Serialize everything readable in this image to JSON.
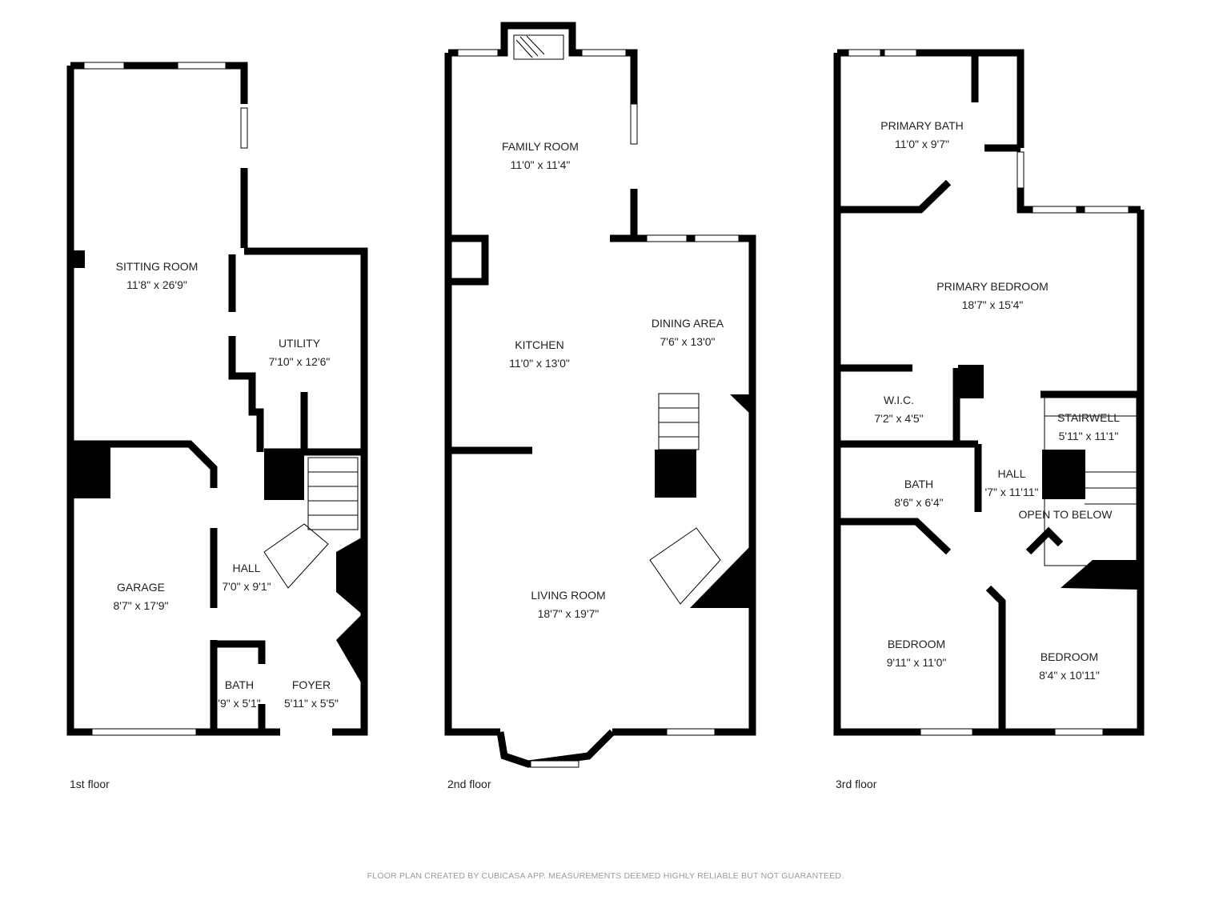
{
  "floors": [
    {
      "label": "1st floor",
      "rooms": [
        {
          "name": "SITTING ROOM",
          "size": "11'8\" x 26'9\""
        },
        {
          "name": "UTILITY",
          "size": "7'10\" x 12'6\""
        },
        {
          "name": "GARAGE",
          "size": "8'7\" x 17'9\""
        },
        {
          "name": "HALL",
          "size": "7'0\" x 9'1\""
        },
        {
          "name": "BATH",
          "size": "'9\" x 5'1\""
        },
        {
          "name": "FOYER",
          "size": "5'11\" x 5'5\""
        }
      ]
    },
    {
      "label": "2nd floor",
      "rooms": [
        {
          "name": "FAMILY ROOM",
          "size": "11'0\" x 11'4\""
        },
        {
          "name": "KITCHEN",
          "size": "11'0\" x 13'0\""
        },
        {
          "name": "DINING AREA",
          "size": "7'6\" x 13'0\""
        },
        {
          "name": "LIVING ROOM",
          "size": "18'7\" x 19'7\""
        }
      ]
    },
    {
      "label": "3rd floor",
      "rooms": [
        {
          "name": "PRIMARY BATH",
          "size": "11'0\" x 9'7\""
        },
        {
          "name": "PRIMARY BEDROOM",
          "size": "18'7\" x 15'4\""
        },
        {
          "name": "W.I.C.",
          "size": "7'2\" x 4'5\""
        },
        {
          "name": "STAIRWELL",
          "size": "5'11\" x 11'1\""
        },
        {
          "name": "HALL",
          "size": "'7\" x 11'11\""
        },
        {
          "name": "BATH",
          "size": "8'6\" x 6'4\""
        },
        {
          "name": "OPEN TO BELOW",
          "size": ""
        },
        {
          "name": "BEDROOM",
          "size": "9'11\" x 11'0\""
        },
        {
          "name": "BEDROOM",
          "size": "8'4\" x 10'11\""
        }
      ]
    }
  ],
  "footer": "FLOOR PLAN CREATED BY CUBICASA APP. MEASUREMENTS DEEMED HIGHLY RELIABLE BUT NOT GUARANTEED.",
  "colors": {
    "wall": "#000000",
    "background": "#ffffff",
    "footer_text": "#9a9a9a"
  }
}
